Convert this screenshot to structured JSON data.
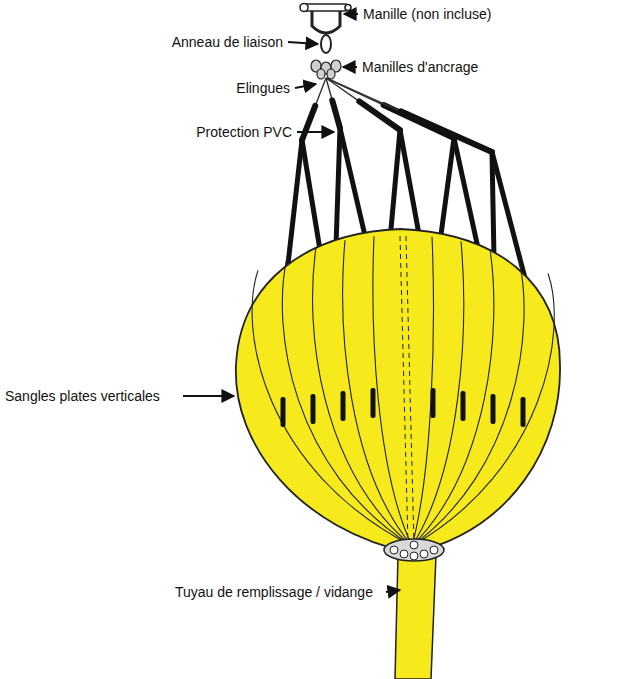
{
  "diagram": {
    "labels": [
      "Manille (non incluse)",
      "Anneau de liaison",
      "Manilles d'ancrage",
      "Elingues",
      "Protection PVC",
      "Sangles plates verticales",
      "Tuyau de remplissage / vidange"
    ]
  }
}
